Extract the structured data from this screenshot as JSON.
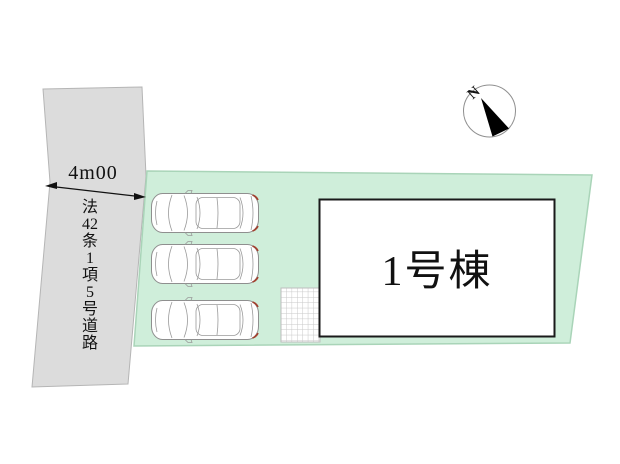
{
  "road": {
    "width_label": "4m00",
    "name": "法42条1項5号道路",
    "name_segments": [
      "法",
      "42",
      "条",
      "1",
      "項",
      "5",
      "号",
      "道",
      "路"
    ],
    "fill": "#dcdcdc",
    "stroke": "#b5b5b5"
  },
  "lot": {
    "fill": "#cfeeda",
    "stroke": "#a9d4b8"
  },
  "building": {
    "label": "1号棟",
    "fill": "#ffffff",
    "stroke": "#1a1a1a"
  },
  "parking": {
    "spaces": 3,
    "car_icon": "sedan-top-view",
    "tail_light_color": "#a2402e"
  },
  "paved_area": {
    "icon": "tile-grid",
    "fill": "#ffffff",
    "line_color": "#c9c9c9"
  },
  "compass": {
    "north_label": "N",
    "needle_color": "#000000"
  }
}
